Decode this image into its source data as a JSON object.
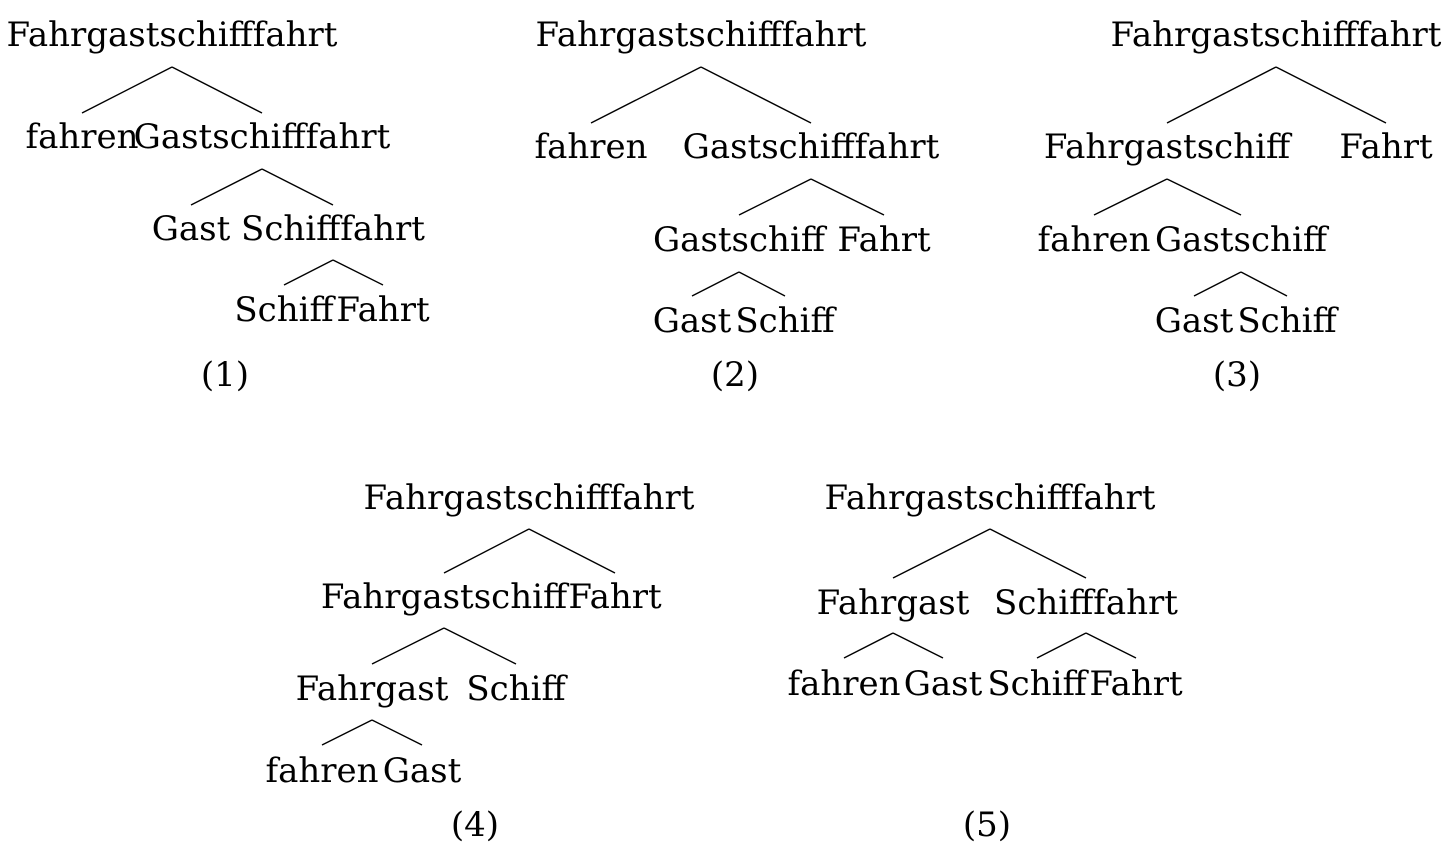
{
  "trees": [
    {
      "caption": "(1)",
      "nodes": [
        {
          "id": "n0",
          "label": "Fahrgastschifffahrt"
        },
        {
          "id": "n1",
          "label": "fahren",
          "parent": "n0"
        },
        {
          "id": "n2",
          "label": "Gastschifffahrt",
          "parent": "n0"
        },
        {
          "id": "n3",
          "label": "Gast",
          "parent": "n2"
        },
        {
          "id": "n4",
          "label": "Schifffahrt",
          "parent": "n2"
        },
        {
          "id": "n5",
          "label": "Schiff",
          "parent": "n4"
        },
        {
          "id": "n6",
          "label": "Fahrt",
          "parent": "n4"
        }
      ]
    },
    {
      "caption": "(2)",
      "nodes": [
        {
          "id": "n0",
          "label": "Fahrgastschifffahrt"
        },
        {
          "id": "n1",
          "label": "fahren",
          "parent": "n0"
        },
        {
          "id": "n2",
          "label": "Gastschifffahrt",
          "parent": "n0"
        },
        {
          "id": "n3",
          "label": "Gastschiff",
          "parent": "n2"
        },
        {
          "id": "n4",
          "label": "Fahrt",
          "parent": "n2"
        },
        {
          "id": "n5",
          "label": "Gast",
          "parent": "n3"
        },
        {
          "id": "n6",
          "label": "Schiff",
          "parent": "n3"
        }
      ]
    },
    {
      "caption": "(3)",
      "nodes": [
        {
          "id": "n0",
          "label": "Fahrgastschifffahrt"
        },
        {
          "id": "n1",
          "label": "Fahrgastschiff",
          "parent": "n0"
        },
        {
          "id": "n2",
          "label": "Fahrt",
          "parent": "n0"
        },
        {
          "id": "n3",
          "label": "fahren",
          "parent": "n1"
        },
        {
          "id": "n4",
          "label": "Gastschiff",
          "parent": "n1"
        },
        {
          "id": "n5",
          "label": "Gast",
          "parent": "n4"
        },
        {
          "id": "n6",
          "label": "Schiff",
          "parent": "n4"
        }
      ]
    },
    {
      "caption": "(4)",
      "nodes": [
        {
          "id": "n0",
          "label": "Fahrgastschifffahrt"
        },
        {
          "id": "n1",
          "label": "Fahrgastschiff",
          "parent": "n0"
        },
        {
          "id": "n2",
          "label": "Fahrt",
          "parent": "n0"
        },
        {
          "id": "n3",
          "label": "Fahrgast",
          "parent": "n1"
        },
        {
          "id": "n4",
          "label": "Schiff",
          "parent": "n1"
        },
        {
          "id": "n5",
          "label": "fahren",
          "parent": "n3"
        },
        {
          "id": "n6",
          "label": "Gast",
          "parent": "n3"
        }
      ]
    },
    {
      "caption": "(5)",
      "nodes": [
        {
          "id": "n0",
          "label": "Fahrgastschifffahrt"
        },
        {
          "id": "n1",
          "label": "Fahrgast",
          "parent": "n0"
        },
        {
          "id": "n2",
          "label": "Schifffahrt",
          "parent": "n0"
        },
        {
          "id": "n3",
          "label": "fahren",
          "parent": "n1"
        },
        {
          "id": "n4",
          "label": "Gast",
          "parent": "n1"
        },
        {
          "id": "n5",
          "label": "Schiff",
          "parent": "n2"
        },
        {
          "id": "n6",
          "label": "Fahrt",
          "parent": "n2"
        }
      ]
    }
  ]
}
